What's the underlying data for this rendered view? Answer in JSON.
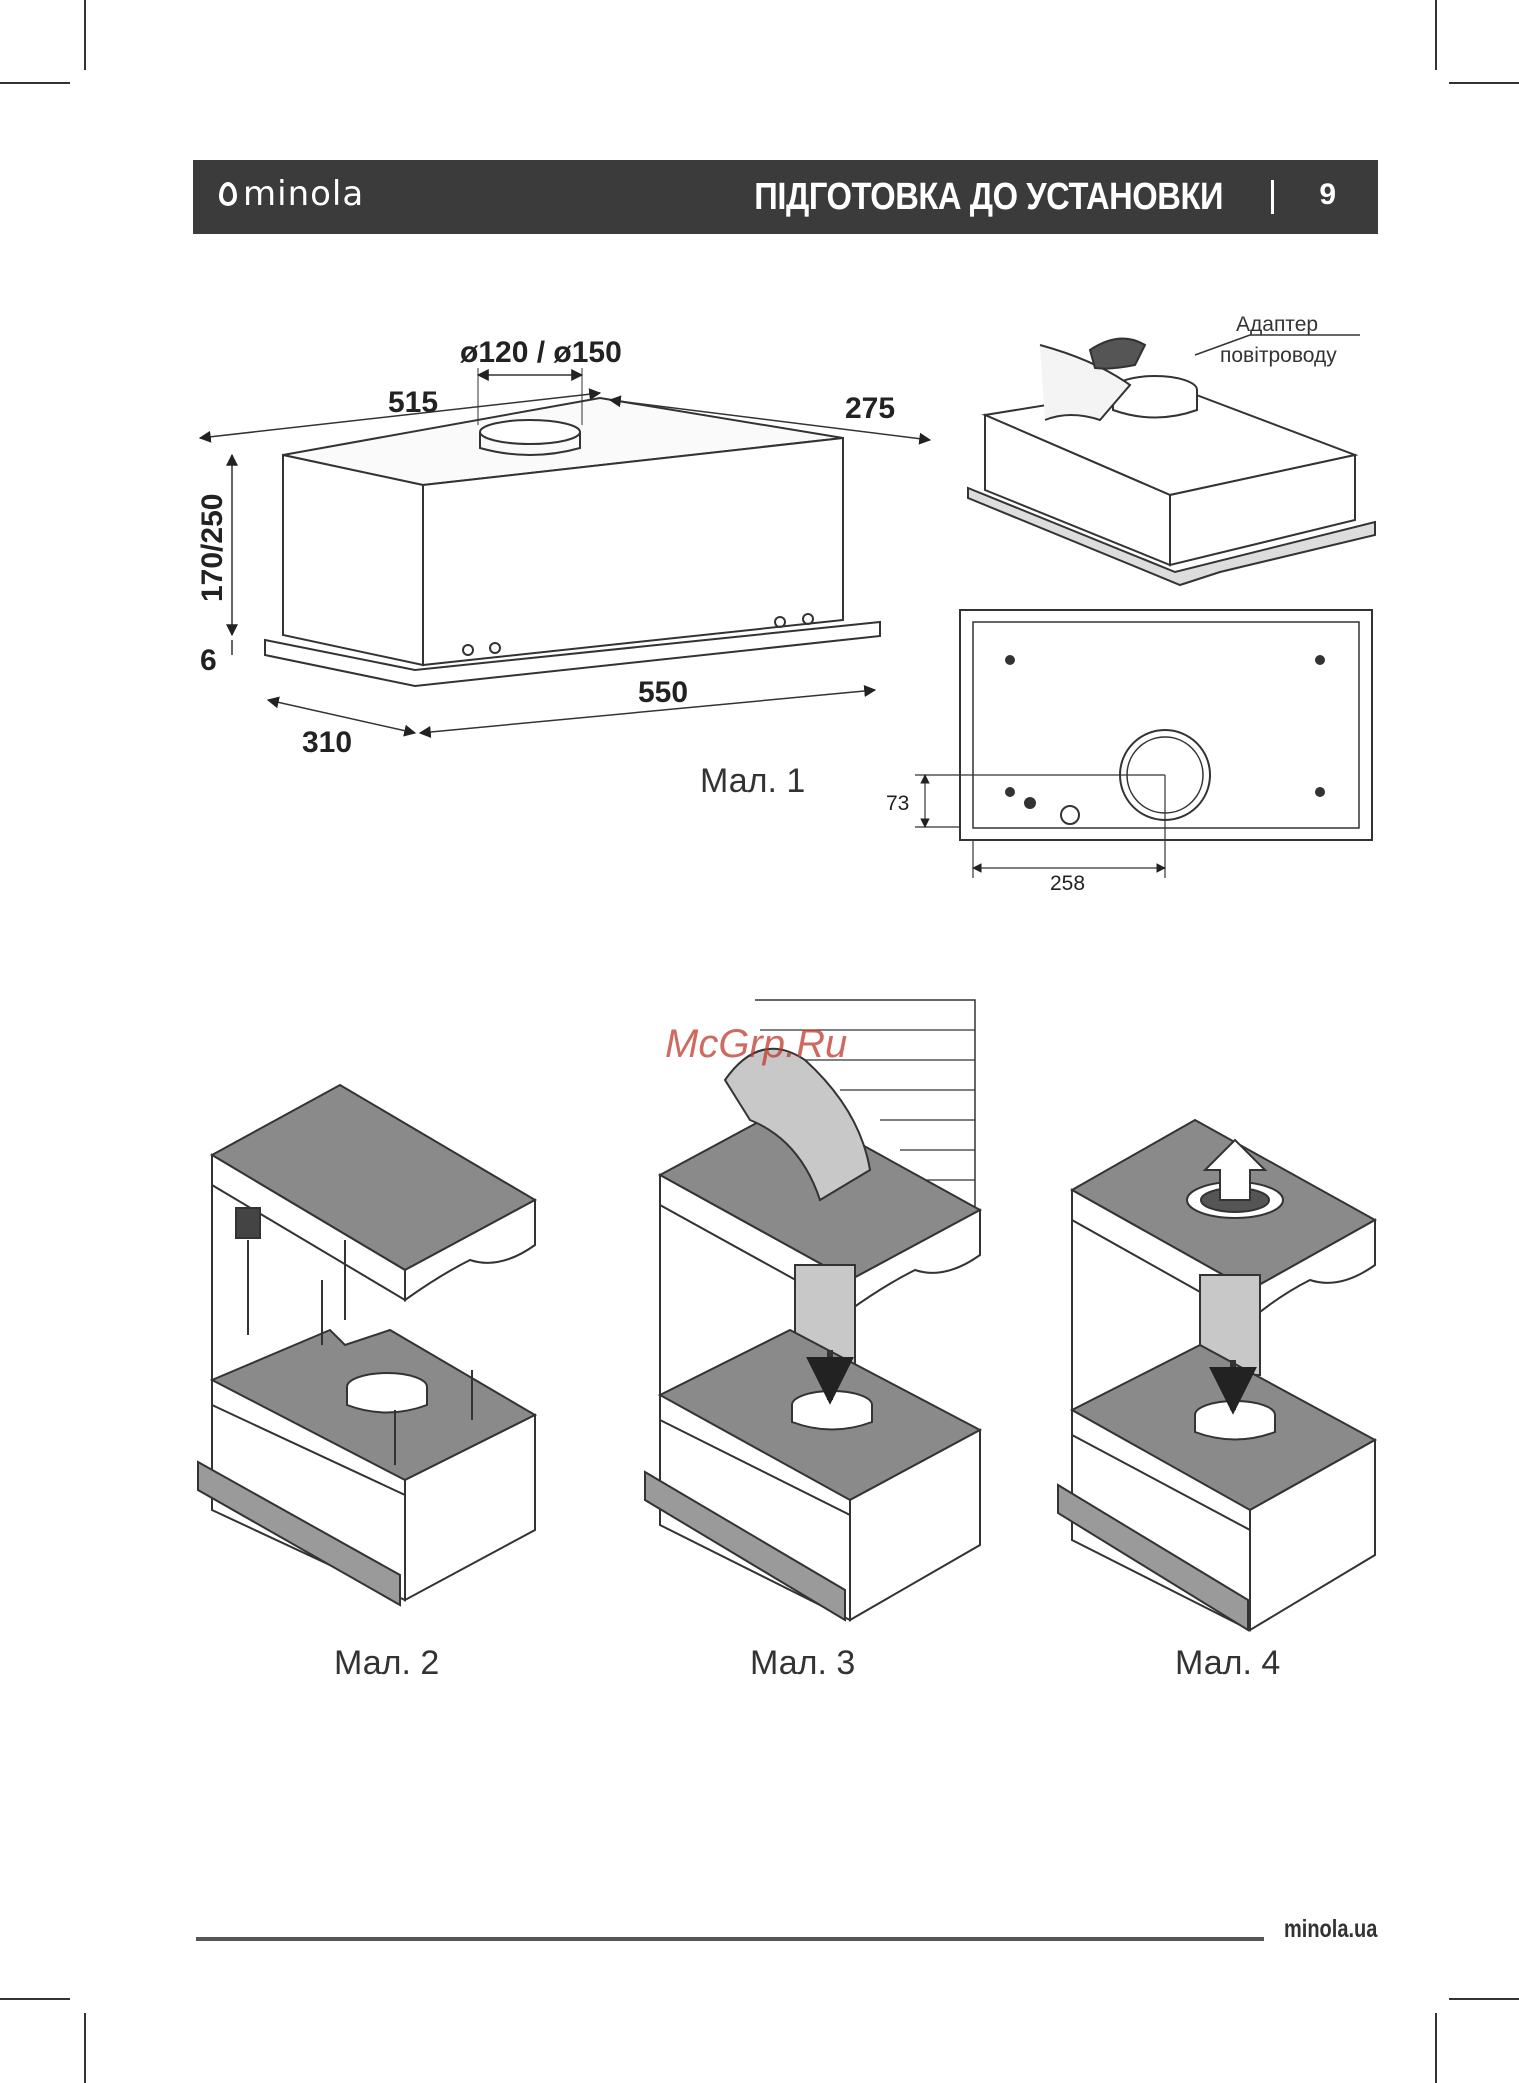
{
  "header": {
    "logo_text": "minola",
    "title": "ПІДГОТОВКА ДО УСТАНОВКИ",
    "page_number": "9"
  },
  "figure1": {
    "caption": "Мал. 1",
    "dim_outlet": "ø120 / ø150",
    "dim_width_top": "515",
    "dim_depth_top": "275",
    "dim_height": "170/250",
    "dim_base": "6",
    "dim_width_bottom": "550",
    "dim_depth_bottom": "310",
    "dim_offset_y": "73",
    "dim_offset_x": "258",
    "adapter_label_1": "Адаптер",
    "adapter_label_2": "повітроводу"
  },
  "figures": {
    "fig2_caption": "Мал. 2",
    "fig3_caption": "Мал. 3",
    "fig4_caption": "Мал. 4"
  },
  "watermark": "McGrp.Ru",
  "footer": {
    "site": "minola.ua"
  },
  "colors": {
    "header_bg": "#3b3b3b",
    "panel_gray": "#8a8a8a",
    "watermark": "#c0392b"
  }
}
